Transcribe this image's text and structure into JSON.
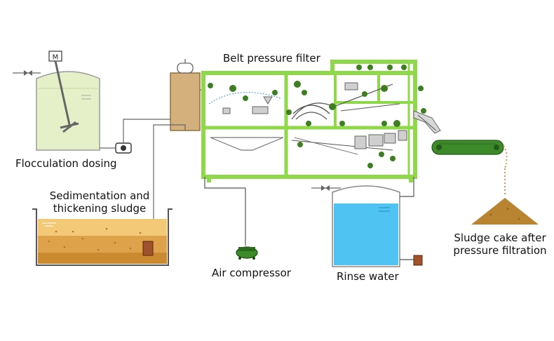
{
  "labels": {
    "belt_filter": "Belt pressure filter",
    "flocculation": "Flocculation dosing",
    "sedimentation_line1": "Sedimentation and",
    "sedimentation_line2": "thickening sludge",
    "air_compressor": "Air compressor",
    "rinse_water": "Rinse water",
    "cake_line1": "Sludge cake after",
    "cake_line2": "pressure filtration",
    "motor_letter": "M"
  },
  "colors": {
    "frame_green": "#8ed84a",
    "frame_dark": "#3f7d22",
    "tank_fill": "#e6f0c8",
    "water_blue": "#4fc3f2",
    "sludge": "#dea24a",
    "cake": "#b88432",
    "belt_green": "#3d8a2b",
    "pipe": "#555555"
  },
  "icons": [
    "motor-icon",
    "pump-icon",
    "valve-icon",
    "compressor-icon"
  ]
}
